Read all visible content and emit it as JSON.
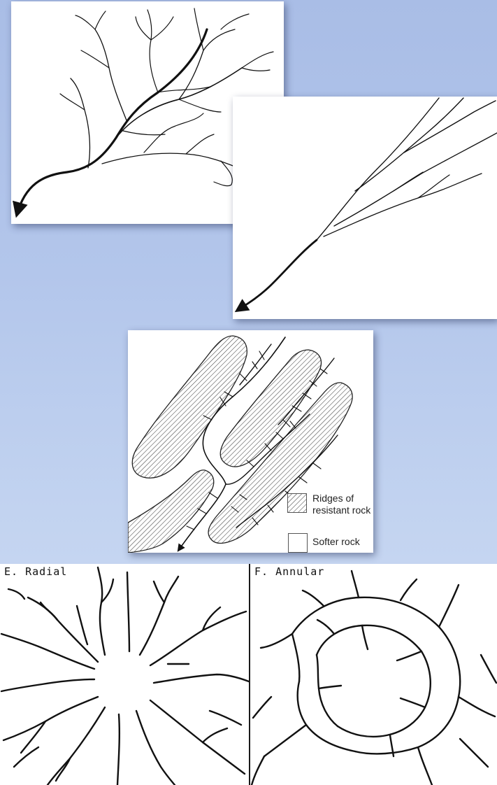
{
  "panels": {
    "radial": {
      "title": "E. Radial"
    },
    "annular": {
      "title": "F. Annular"
    }
  },
  "trellis_legend": {
    "ridges_label": "Ridges of resistant rock",
    "softer_label": "Softer rock"
  },
  "colors": {
    "background_top": "#a9bde6",
    "background_bottom": "#d2def5",
    "stream_line": "#111111",
    "panel_fill": "#ffffff"
  }
}
